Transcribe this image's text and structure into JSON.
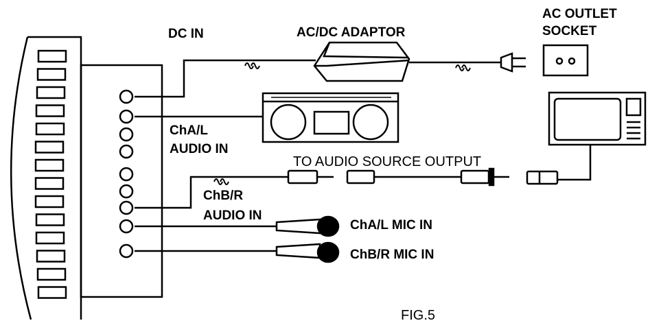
{
  "labels": {
    "dc_in": "DC IN",
    "adaptor": "AC/DC ADAPTOR",
    "ac_outlet_line1": "AC  OUTLET",
    "ac_outlet_line2": "SOCKET",
    "cha_audio_line1": "ChA/L",
    "cha_audio_line2": "AUDIO IN",
    "to_audio_source": "TO AUDIO SOURCE OUTPUT",
    "chb_audio_line1": "ChB/R",
    "chb_audio_line2": "AUDIO IN",
    "cha_mic": "ChA/L MIC IN",
    "chb_mic": "ChB/R MIC IN",
    "figure": "FIG.5"
  },
  "icons": {
    "mixer_unit": "mixer-unit-icon",
    "adaptor": "ac-dc-adaptor-icon",
    "plug": "power-plug-icon",
    "outlet": "outlet-socket-icon",
    "boombox": "boombox-icon",
    "tv": "television-icon",
    "mic": "microphone-icon"
  },
  "colors": {
    "ink": "#000000",
    "paper": "#ffffff"
  }
}
